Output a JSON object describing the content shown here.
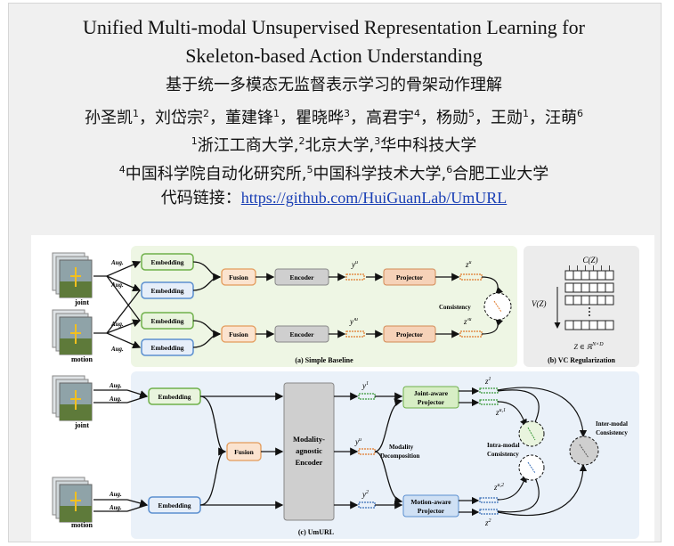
{
  "title_line1": "Unified Multi-modal Unsupervised Representation Learning for",
  "title_line2": "Skeleton-based Action Understanding",
  "title_zh": "基于统一多模态无监督表示学习的骨架动作理解",
  "authors": [
    {
      "name": "孙圣凯",
      "sup": "1"
    },
    {
      "name": "刘岱宗",
      "sup": "2"
    },
    {
      "name": "董建锋",
      "sup": "1"
    },
    {
      "name": "瞿晓晔",
      "sup": "3"
    },
    {
      "name": "高君宇",
      "sup": "4"
    },
    {
      "name": "杨勋",
      "sup": "5"
    },
    {
      "name": "王勋",
      "sup": "1"
    },
    {
      "name": "汪萌",
      "sup": "6"
    }
  ],
  "affiliations_line1": [
    {
      "sup": "1",
      "name": "浙江工商大学"
    },
    {
      "sup": "2",
      "name": "北京大学"
    },
    {
      "sup": "3",
      "name": "华中科技大学"
    }
  ],
  "affiliations_line2": [
    {
      "sup": "4",
      "name": "中国科学院自动化研究所"
    },
    {
      "sup": "5",
      "name": "中国科学技术大学"
    },
    {
      "sup": "6",
      "name": "合肥工业大学"
    }
  ],
  "code_label": "代码链接：",
  "code_url": "https://github.com/HuiGuanLab/UmURL",
  "figure": {
    "aug": "Aug.",
    "joint": "joint",
    "motion": "motion",
    "embedding": "Embedding",
    "fusion": "Fusion",
    "encoder": "Encoder",
    "projector": "Projector",
    "consistency": "Consistency",
    "y_u": "y",
    "y_u_sup": "u",
    "y_pu": "y'",
    "z_u": "z",
    "z_pu": "z'",
    "caption_a": "(a) Simple Baseline",
    "caption_b": "(b) VC Regularization",
    "caption_c": "(c) UmURL",
    "cz": "C(Z)",
    "vz": "V(Z)",
    "zdim": "Z ∈ ℝ",
    "zdim_sup": "N×D",
    "mae_line1": "Modality-",
    "mae_line2": "agnostic",
    "mae_line3": "Encoder",
    "joint_proj_line1": "Joint-aware",
    "joint_proj_line2": "Projector",
    "motion_proj_line1": "Motion-aware",
    "motion_proj_line2": "Projector",
    "modality_decomp_line1": "Modality",
    "modality_decomp_line2": "Decomposition",
    "intra_line1": "Intra-modal",
    "intra_line2": "Consistency",
    "inter_line1": "Inter-modal",
    "inter_line2": "Consistency",
    "y1_sup": "1",
    "y2_sup": "2",
    "z1_sup": "1",
    "z2_sup": "2",
    "zu1_sup": "u,1",
    "zu2_sup": "u,2"
  },
  "colors": {
    "green_panel": "#eef6e4",
    "blue_panel": "#eaf1f9",
    "gray_panel": "#ececec",
    "emb_green_border": "#6fb04a",
    "emb_blue_border": "#5b8fd0",
    "fusion_fill": "#fbe3cf",
    "fusion_border": "#e39b5a",
    "encoder_fill": "#cfcfcf",
    "projector_fill": "#f6d2b8",
    "joint_proj_fill": "#d7eec5",
    "motion_proj_fill": "#cfe0f4",
    "orange_vec": "#e07a2a",
    "green_vec": "#3b9a3b",
    "blue_vec": "#3a6fb7"
  }
}
